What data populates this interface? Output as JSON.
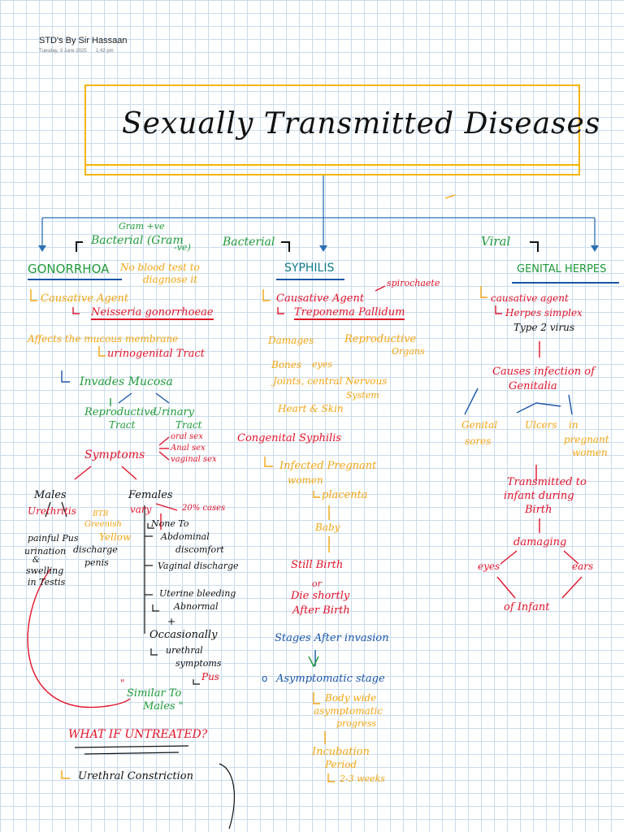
{
  "page": {
    "title": "STD's By Sir Hassaan",
    "date": "Tuesday, 3 June 2025",
    "time": "1:42 pm"
  },
  "main_title": "Sexually Transmitted Diseases",
  "top": {
    "gram_note": "Gram +ve",
    "bacterial_left": "Bacterial (Gram",
    "gram_neg": "-ve)",
    "bacterial_mid": "Bacterial",
    "viral": "Viral"
  },
  "gonorrhoea": {
    "heading": "GONORRHOA",
    "note_line1": "No blood test to",
    "note_line2": "diagnose it",
    "causative": "Causative Agent",
    "agent": "Neisseria gonorrhoeae",
    "affects": "Affects the mucous membrane",
    "tract": "urinogenital Tract",
    "invades": "Invades Mucosa",
    "repro": "Reproductive",
    "urinary": "Urinary",
    "tract1": "Tract",
    "tract2": "Tract",
    "symptoms": "Symptoms",
    "sex1": "oral sex",
    "sex2": "Anal sex",
    "sex3": "vaginal sex",
    "males": "Males",
    "females": "Females",
    "urethritis": "Urethritis",
    "btb": "BTB",
    "greenish": "Greenish",
    "yellow": "Yellow",
    "discharge": "discharge",
    "penis": "penis",
    "painful": "painful Pus",
    "urination": "urination",
    "amp": "&",
    "swelling": "swelling",
    "testis": "in Testis",
    "vary": "vary",
    "cases": "20% cases",
    "none": "None To",
    "abdominal": "Abdominal",
    "discomfort": "discomfort",
    "vaginal": "Vaginal discharge",
    "uterine": "Uterine bleeding",
    "abnormal": "Abnormal",
    "plus": "+",
    "occasionally": "Occasionally",
    "urethral": "urethral",
    "symptoms2": "symptoms",
    "pus": "Pus",
    "similar_quote": "\"",
    "similar": "Similar To",
    "males_quote": "Males \"",
    "untreated": "WHAT IF UNTREATED?",
    "constriction": "Urethral Constriction"
  },
  "syphilis": {
    "heading": "SYPHILIS",
    "causative": "Causative Agent",
    "spirochaete": "spirochaete",
    "agent": "Treponema Pallidum",
    "damages": "Damages",
    "repro": "Reproductive",
    "organs": "Organs",
    "bones": "Bones",
    "eyes": "eyes",
    "joints": "Joints, central Nervous",
    "system": "System",
    "heart": "Heart & Skin",
    "congenital": "Congenital Syphilis",
    "infected": "Infected Pregnant",
    "women": "women",
    "placenta": "placenta",
    "baby": "Baby",
    "still": "Still Birth",
    "or": "or",
    "die": "Die shortly",
    "after": "After Birth",
    "stages": "Stages After invasion",
    "asymp": "Asymptomatic stage",
    "body": "Body wide",
    "asymp2": "asymptomatic",
    "progress": "progress",
    "incubation": "Incubation",
    "period": "Period",
    "weeks": "2-3 weeks"
  },
  "herpes": {
    "heading": "GENITAL HERPES",
    "causative": "causative agent",
    "agent": "Herpes simplex",
    "type": "Type 2 virus",
    "causes": "Causes infection of",
    "genitalia": "Genitalia",
    "genital": "Genital",
    "ulcers": "Ulcers",
    "in": "in",
    "sores": "sores",
    "pregnant": "pregnant",
    "women": "women",
    "transmitted": "Transmitted to",
    "infant": "infant during",
    "birth": "Birth",
    "damaging": "damaging",
    "eyes": "eyes",
    "ears": "ears",
    "of_infant": "of Infant"
  }
}
